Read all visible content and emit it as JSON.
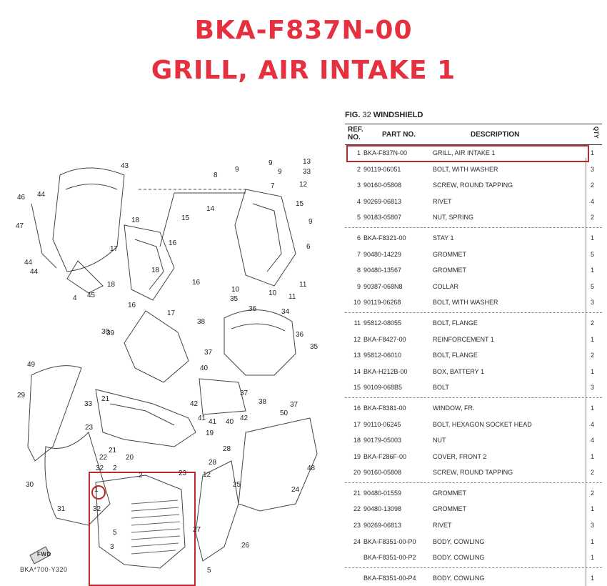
{
  "heading": {
    "part_number": "BKA-F837N-00",
    "part_name": "GRILL, AIR INTAKE 1"
  },
  "parts_list": {
    "fig_label": "FIG.",
    "fig_number": "32",
    "fig_name": "WINDSHIELD",
    "columns": {
      "ref": "REF. NO.",
      "part": "PART NO.",
      "desc": "DESCRIPTION",
      "qty": "QTY"
    },
    "groups": [
      [
        {
          "ref": "1",
          "part": "BKA-F837N-00",
          "desc": "GRILL, AIR INTAKE 1",
          "qty": "1"
        },
        {
          "ref": "2",
          "part": "90119-06051",
          "desc": "BOLT, WITH WASHER",
          "qty": "3"
        },
        {
          "ref": "3",
          "part": "90160-05808",
          "desc": "SCREW, ROUND TAPPING",
          "qty": "2"
        },
        {
          "ref": "4",
          "part": "90269-06813",
          "desc": "RIVET",
          "qty": "4"
        },
        {
          "ref": "5",
          "part": "90183-05807",
          "desc": "NUT, SPRING",
          "qty": "2"
        }
      ],
      [
        {
          "ref": "6",
          "part": "BKA-F8321-00",
          "desc": "STAY 1",
          "qty": "1"
        },
        {
          "ref": "7",
          "part": "90480-14229",
          "desc": "GROMMET",
          "qty": "5"
        },
        {
          "ref": "8",
          "part": "90480-13567",
          "desc": "GROMMET",
          "qty": "1"
        },
        {
          "ref": "9",
          "part": "90387-068N8",
          "desc": "COLLAR",
          "qty": "5"
        },
        {
          "ref": "10",
          "part": "90119-06268",
          "desc": "BOLT, WITH WASHER",
          "qty": "3"
        }
      ],
      [
        {
          "ref": "11",
          "part": "95812-08055",
          "desc": "BOLT, FLANGE",
          "qty": "2"
        },
        {
          "ref": "12",
          "part": "BKA-F8427-00",
          "desc": "REINFORCEMENT 1",
          "qty": "1"
        },
        {
          "ref": "13",
          "part": "95812-06010",
          "desc": "BOLT, FLANGE",
          "qty": "2"
        },
        {
          "ref": "14",
          "part": "BKA-H212B-00",
          "desc": "BOX, BATTERY 1",
          "qty": "1"
        },
        {
          "ref": "15",
          "part": "90109-068B5",
          "desc": "BOLT",
          "qty": "3"
        }
      ],
      [
        {
          "ref": "16",
          "part": "BKA-F8381-00",
          "desc": "WINDOW, FR.",
          "qty": "1"
        },
        {
          "ref": "17",
          "part": "90110-06245",
          "desc": "BOLT, HEXAGON SOCKET HEAD",
          "qty": "4"
        },
        {
          "ref": "18",
          "part": "90179-05003",
          "desc": "NUT",
          "qty": "4"
        },
        {
          "ref": "19",
          "part": "BKA-F286F-00",
          "desc": "COVER, FRONT 2",
          "qty": "1"
        },
        {
          "ref": "20",
          "part": "90160-05808",
          "desc": "SCREW, ROUND TAPPING",
          "qty": "2"
        }
      ],
      [
        {
          "ref": "21",
          "part": "90480-01559",
          "desc": "GROMMET",
          "qty": "2"
        },
        {
          "ref": "22",
          "part": "90480-13098",
          "desc": "GROMMET",
          "qty": "1"
        },
        {
          "ref": "23",
          "part": "90269-06813",
          "desc": "RIVET",
          "qty": "3"
        },
        {
          "ref": "24",
          "part": "BKA-F8351-00-P0",
          "desc": "BODY, COWLING",
          "qty": "1"
        },
        {
          "ref": "",
          "part": "BKA-F8351-00-P2",
          "desc": "BODY, COWLING",
          "qty": "1"
        }
      ],
      [
        {
          "ref": "",
          "part": "BKA-F8351-00-P4",
          "desc": "BODY, COWLING",
          "qty": "1"
        }
      ]
    ]
  },
  "diagram": {
    "code": "BKA*700-Y320",
    "fwd_label": "FWD",
    "callouts": [
      "43",
      "46",
      "44",
      "47",
      "44",
      "44",
      "45",
      "4",
      "18",
      "18",
      "16",
      "17",
      "17",
      "15",
      "14",
      "16",
      "18",
      "16",
      "8",
      "9",
      "9",
      "13",
      "7",
      "9",
      "33",
      "12",
      "15",
      "9",
      "10",
      "6",
      "11",
      "10",
      "11",
      "39",
      "35",
      "36",
      "34",
      "37",
      "36",
      "38",
      "35",
      "30",
      "49",
      "29",
      "33",
      "23",
      "22",
      "21",
      "20",
      "21",
      "19",
      "42",
      "41",
      "41",
      "40",
      "42",
      "40",
      "37",
      "38",
      "37",
      "30",
      "31",
      "32",
      "1",
      "3",
      "5",
      "2",
      "2",
      "23",
      "28",
      "26",
      "27",
      "5",
      "25",
      "24",
      "48",
      "50",
      "12",
      "28",
      "32"
    ]
  },
  "colors": {
    "accent": "#e53040",
    "highlight": "#c0282e"
  }
}
